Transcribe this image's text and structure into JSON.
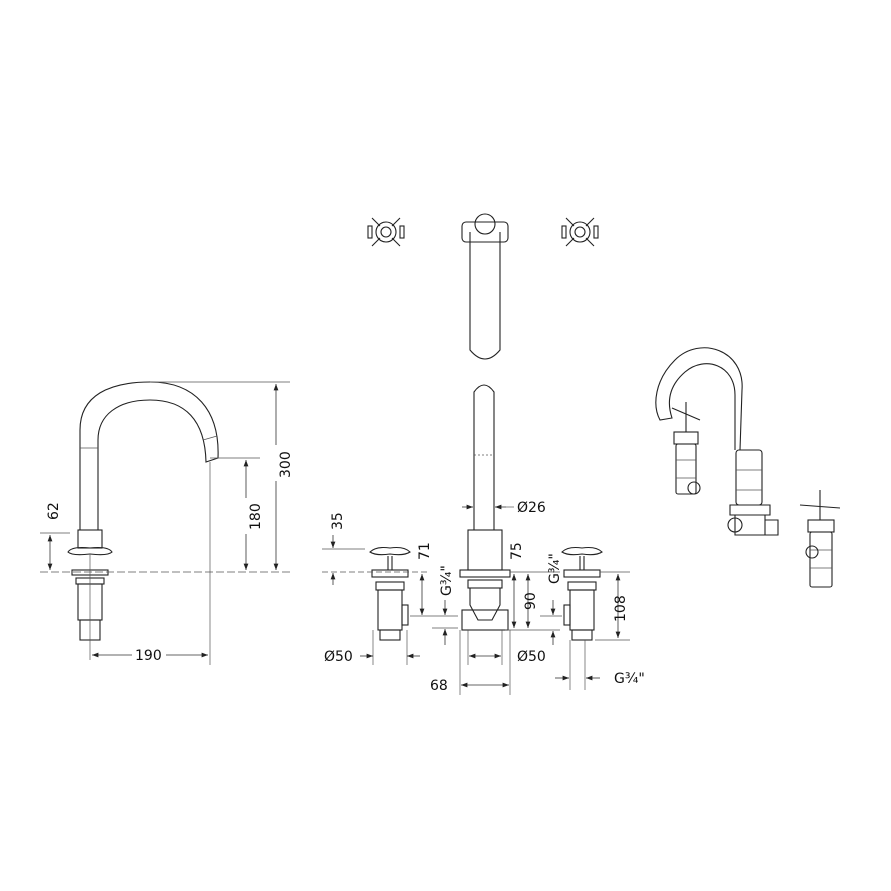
{
  "dimensions": {
    "spout_height_total": "300",
    "spout_outlet_height": "180",
    "handle_height": "62",
    "spout_reach": "190",
    "handle_clearance": "35",
    "valve_height_left": "71",
    "thread_left": "G¾\"",
    "spout_body_height": "75",
    "spout_valve_height": "90",
    "thread_right": "G¾\"",
    "valve_height_right": "108",
    "valve_diameter_left": "Ø50",
    "spout_base_diameter": "Ø50",
    "spout_tube_diameter": "Ø26",
    "spout_valve_width": "68",
    "outlet_thread": "G¾\""
  }
}
